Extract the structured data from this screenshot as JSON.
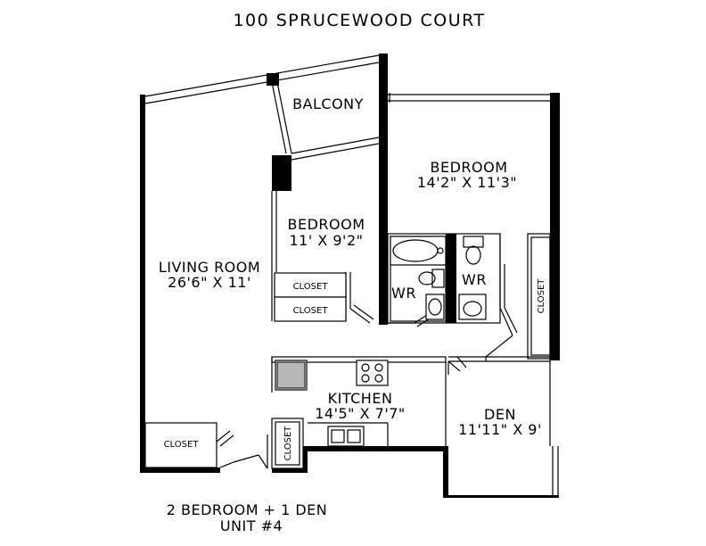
{
  "title": "100 SPRUCEWOOD COURT",
  "rooms": {
    "balcony": "BALCONY",
    "bedroom_main_name": "BEDROOM",
    "bedroom_main_size": "14'2\" X 11'3\"",
    "bedroom_second_name": "BEDROOM",
    "bedroom_second_size": "11' X 9'2\"",
    "living_name": "LIVING ROOM",
    "living_size": "26'6\" X 11'",
    "kitchen_name": "KITCHEN",
    "kitchen_size": "14'5\" X 7'7\"",
    "den_name": "DEN",
    "den_size": "11'11\" X 9'",
    "wr_left": "WR",
    "wr_right": "WR",
    "closet_upper": "CLOSET",
    "closet_lower": "CLOSET",
    "closet_living": "CLOSET",
    "closet_entry": "CLOSET",
    "closet_bedroom": "CLOSET"
  },
  "footer": {
    "layout": "2 BEDROOM + 1 DEN",
    "unit": "UNIT #4"
  }
}
